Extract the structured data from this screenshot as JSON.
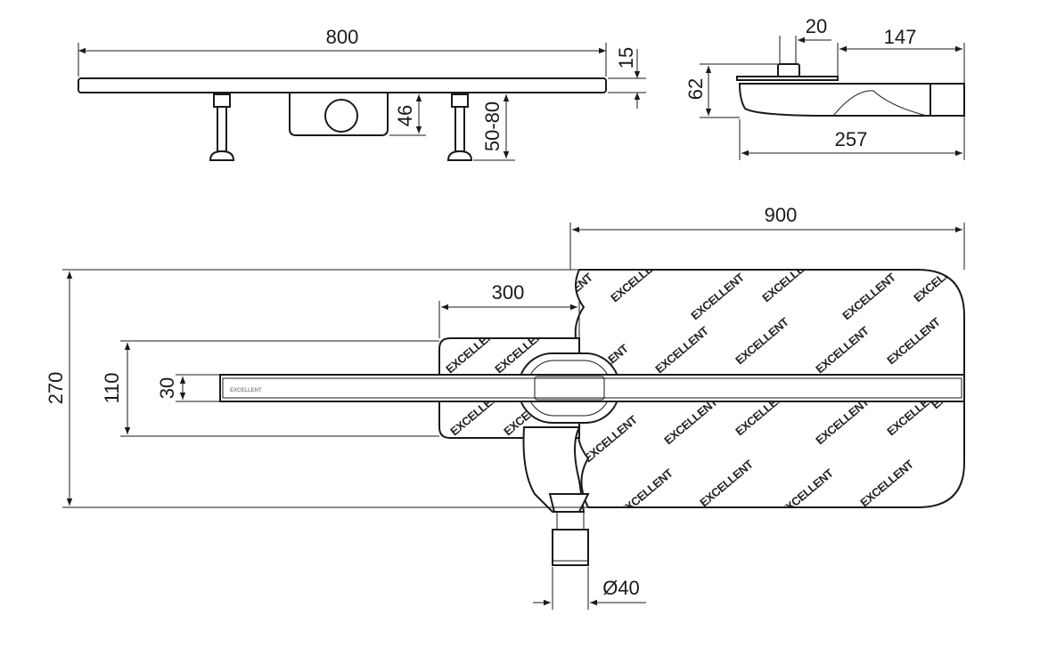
{
  "brand": "EXCELLENT",
  "views": {
    "side": {
      "length": "800",
      "plate_thickness": "15",
      "body_height": "46",
      "foot_adjust": "50-80"
    },
    "end": {
      "grate_width": "20",
      "outlet_projection": "147",
      "height": "62",
      "total_length": "257"
    },
    "plan": {
      "membrane_width": "900",
      "membrane_height": "270",
      "inner_membrane_width": "300",
      "inner_membrane_height": "110",
      "channel_width": "30",
      "outlet_diameter": "Ø40"
    }
  },
  "colors": {
    "line": "#1a1a1a",
    "background": "#ffffff"
  }
}
